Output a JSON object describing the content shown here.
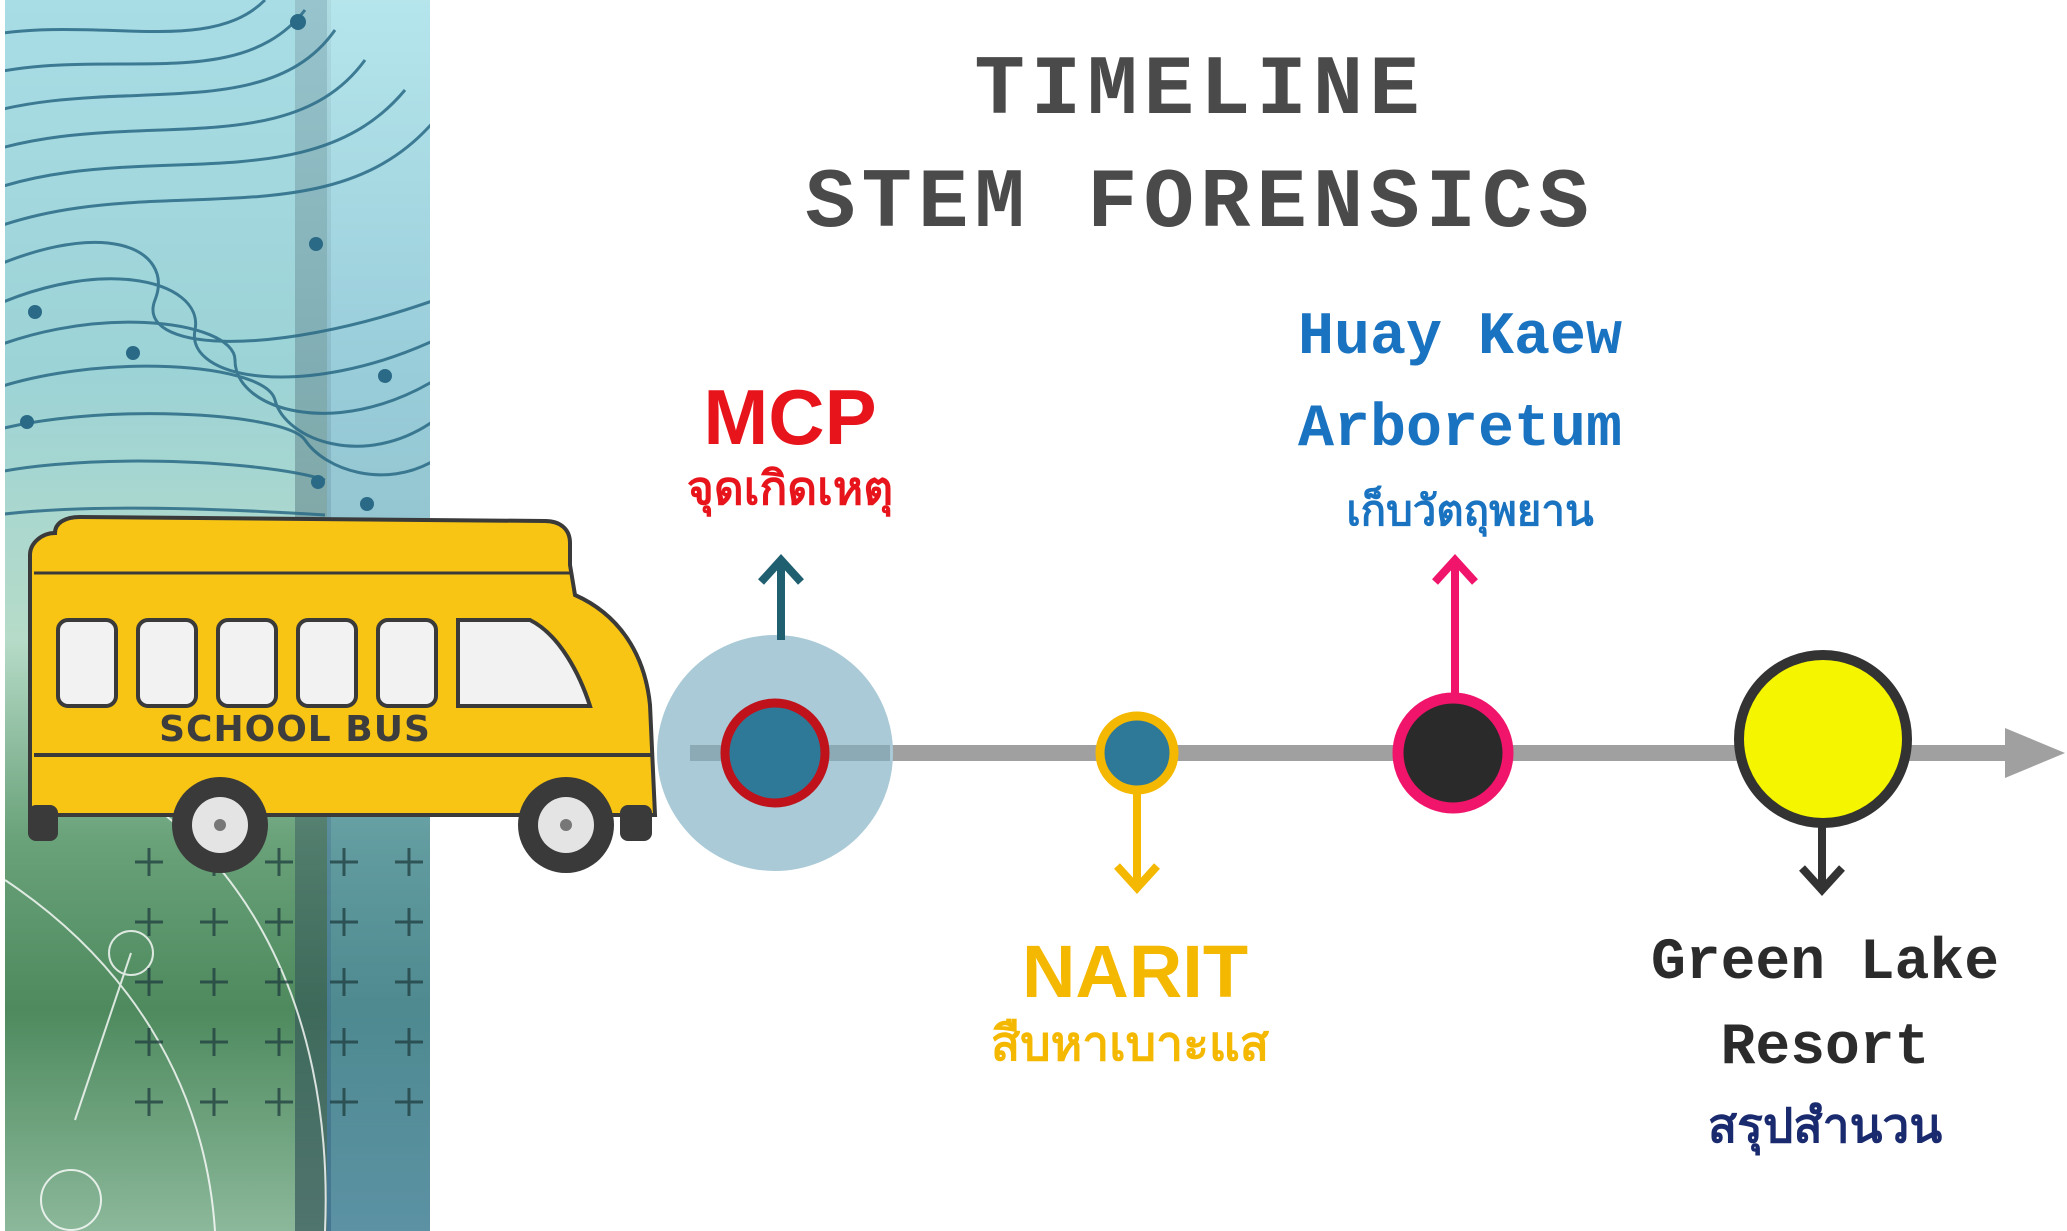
{
  "title": {
    "line1": "TIMELINE",
    "line2": "STEM FORENSICS"
  },
  "bus": {
    "label": "SCHOOL BUS"
  },
  "stops": [
    {
      "name": "MCP",
      "subtitle": "จุดเกิดเหตุ",
      "color": "#e8141c",
      "node_fill": "#2e7898",
      "node_ring": "#c0121a"
    },
    {
      "name": "NARIT",
      "subtitle": "สืบหาเบาะแส",
      "color": "#f5b800",
      "node_fill": "#2e7898",
      "node_ring": "#f5b800"
    },
    {
      "name_line1": "Huay Kaew",
      "name_line2": "Arboretum",
      "subtitle": "เก็บวัตถุพยาน",
      "color": "#1a73c0",
      "node_fill": "#2a2a2a",
      "node_ring": "#f0146a"
    },
    {
      "name_line1": "Green Lake",
      "name_line2": "Resort",
      "subtitle": "สรุปสำนวน",
      "color": "#2b2b2b",
      "subtitle_color": "#1a2a6e",
      "node_fill": "#f5f500",
      "node_ring": "#333333"
    }
  ],
  "colors": {
    "timeline_line": "#a0a0a0",
    "title": "#4a4a4a",
    "bus_body": "#f8c515"
  }
}
